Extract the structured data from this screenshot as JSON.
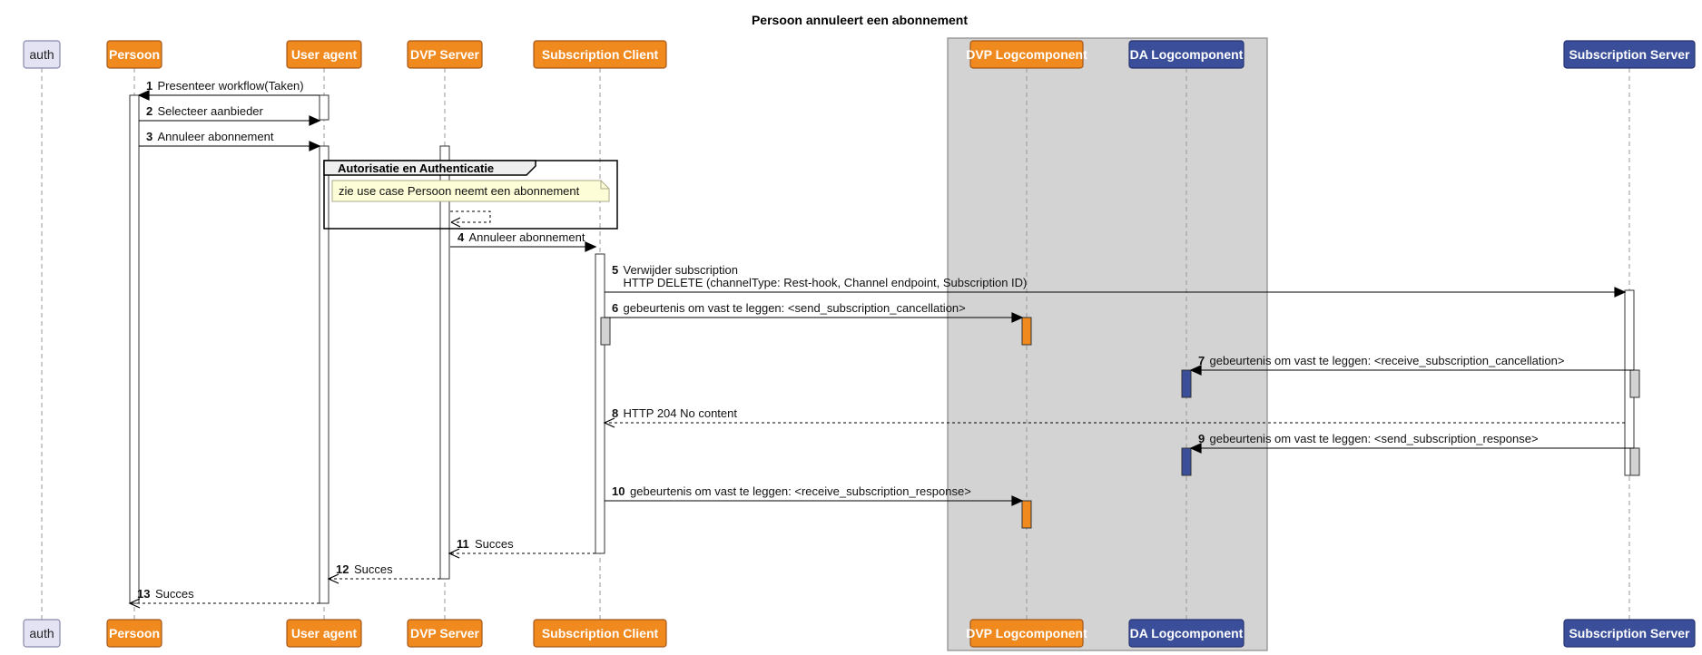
{
  "title": "Persoon annuleert een abonnement",
  "participants": [
    {
      "id": "auth",
      "label": "auth",
      "style": "plain"
    },
    {
      "id": "persoon",
      "label": "Persoon",
      "style": "orange"
    },
    {
      "id": "ua",
      "label": "User agent",
      "style": "orange"
    },
    {
      "id": "dvp",
      "label": "DVP Server",
      "style": "orange"
    },
    {
      "id": "sc",
      "label": "Subscription Client",
      "style": "orange"
    },
    {
      "id": "dvplog",
      "label": "DVP Logcomponent",
      "style": "orange"
    },
    {
      "id": "dalog",
      "label": "DA  Logcomponent",
      "style": "blue"
    },
    {
      "id": "ss",
      "label": "Subscription Server",
      "style": "blue"
    }
  ],
  "group": {
    "label": "Autorisatie en Authenticatie"
  },
  "note": {
    "text": "zie use case Persoon neemt een abonnement"
  },
  "messages": [
    {
      "num": "1",
      "lines": [
        "Presenteer workflow(Taken)"
      ],
      "from": "ua",
      "to": "persoon",
      "dashed": false
    },
    {
      "num": "2",
      "lines": [
        "Selecteer aanbieder"
      ],
      "from": "persoon",
      "to": "ua",
      "dashed": false
    },
    {
      "num": "3",
      "lines": [
        "Annuleer abonnement"
      ],
      "from": "persoon",
      "to": "ua",
      "dashed": false
    },
    {
      "num": "4",
      "lines": [
        "Annuleer abonnement"
      ],
      "from": "dvp",
      "to": "sc",
      "dashed": false
    },
    {
      "num": "5",
      "lines": [
        "Verwijder subscription",
        "HTTP DELETE (channelType: Rest-hook, Channel endpoint, Subscription ID)"
      ],
      "from": "sc",
      "to": "ss",
      "dashed": false
    },
    {
      "num": "6",
      "lines": [
        "gebeurtenis om vast te leggen: <send_subscription_cancellation>"
      ],
      "from": "sc",
      "to": "dvplog",
      "dashed": false
    },
    {
      "num": "7",
      "lines": [
        "gebeurtenis om vast te leggen: <receive_subscription_cancellation>"
      ],
      "from": "ss",
      "to": "dalog",
      "dashed": false
    },
    {
      "num": "8",
      "lines": [
        "HTTP 204 No content"
      ],
      "from": "ss",
      "to": "sc",
      "dashed": true
    },
    {
      "num": "9",
      "lines": [
        "gebeurtenis om vast te leggen: <send_subscription_response>"
      ],
      "from": "ss",
      "to": "dalog",
      "dashed": false
    },
    {
      "num": "10",
      "lines": [
        "gebeurtenis om vast te leggen: <receive_subscription_response>"
      ],
      "from": "sc",
      "to": "dvplog",
      "dashed": false
    },
    {
      "num": "11",
      "lines": [
        "Succes"
      ],
      "from": "sc",
      "to": "dvp",
      "dashed": true
    },
    {
      "num": "12",
      "lines": [
        "Succes"
      ],
      "from": "dvp",
      "to": "ua",
      "dashed": true
    },
    {
      "num": "13",
      "lines": [
        "Succes"
      ],
      "from": "ua",
      "to": "persoon",
      "dashed": true
    }
  ],
  "colors": {
    "orange": "#f0891e",
    "orange_border": "#a4571a",
    "blue": "#3a4e9a",
    "blue_border": "#263372",
    "plain_fill": "#e3e3f3",
    "plain_border": "#8888aa",
    "box_fill": "#d3d3d3",
    "note_fill": "#fdfdd8"
  }
}
